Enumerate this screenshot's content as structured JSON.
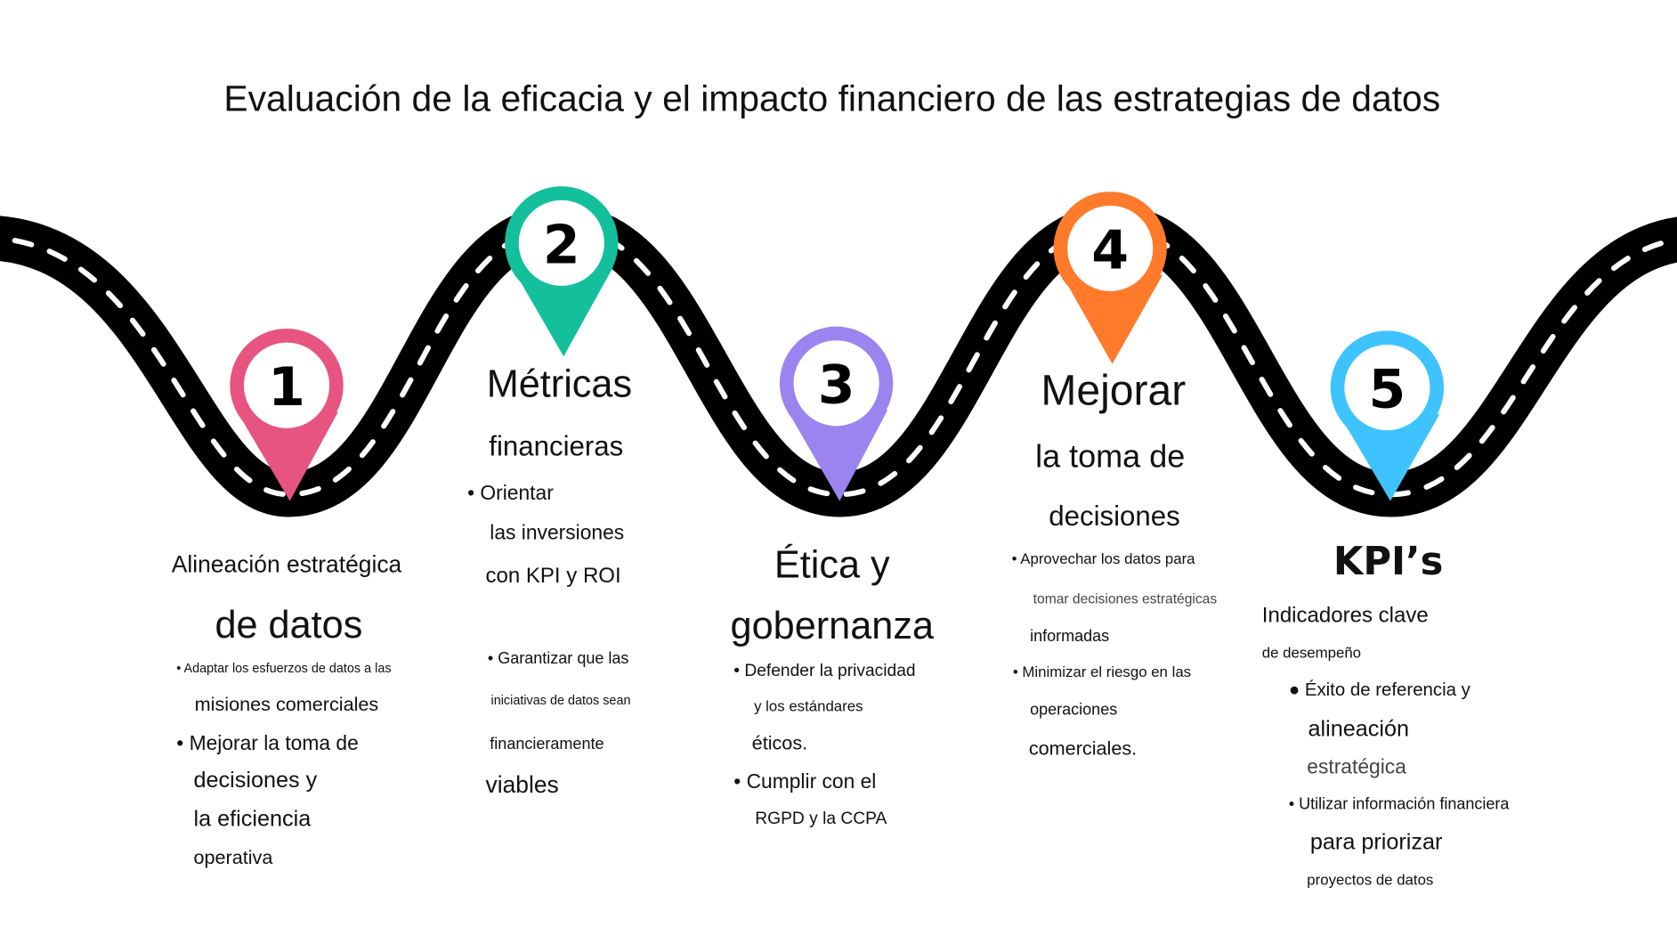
{
  "title": "Evaluación de la eficacia y el impacto financiero de las estrategias de datos",
  "colors": {
    "road": "#000000",
    "dash": "#ffffff",
    "pin1": "#E75480",
    "pin2": "#14BF9B",
    "pin3": "#9B84F0",
    "pin4": "#FF7A2A",
    "pin5": "#3EC3FF"
  },
  "steps": [
    {
      "number": "1",
      "lines": [
        "Alineación estratégica",
        "de datos",
        "• Adaptar los esfuerzos de datos a las",
        "misiones comerciales",
        "• Mejorar la toma de",
        "decisiones y",
        "la eficiencia",
        "operativa"
      ]
    },
    {
      "number": "2",
      "lines": [
        "Métricas",
        "financieras",
        "• Orientar",
        "las inversiones",
        "con KPI y ROI",
        "• Garantizar que las",
        "iniciativas de datos sean",
        "financieramente",
        "viables"
      ]
    },
    {
      "number": "3",
      "lines": [
        "Ética y",
        "gobernanza",
        "• Defender la privacidad",
        "y los estándares",
        "éticos.",
        "• Cumplir con el",
        "RGPD y la CCPA"
      ]
    },
    {
      "number": "4",
      "lines": [
        "Mejorar",
        "la toma de",
        "decisiones",
        "• Aprovechar los datos para",
        "tomar decisiones estratégicas",
        "informadas",
        "• Minimizar el riesgo en las",
        "operaciones",
        "comerciales."
      ]
    },
    {
      "number": "5",
      "lines": [
        "KPI’s",
        "Indicadores clave",
        "de desempeño",
        "● Éxito de referencia y",
        "alineación",
        "estratégica",
        "• Utilizar información financiera",
        "para priorizar",
        "proyectos de datos"
      ]
    }
  ]
}
